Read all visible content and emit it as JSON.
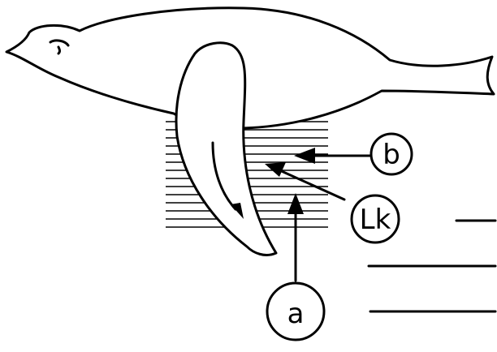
{
  "labels": {
    "b": "b",
    "lk": "Lk",
    "a": "a"
  },
  "colors": {
    "ink": "#000000",
    "background": "#ffffff"
  }
}
